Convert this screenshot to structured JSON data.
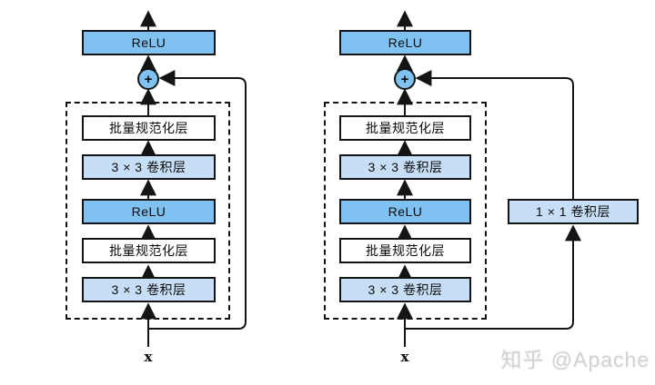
{
  "diagram": {
    "title": "residual-block-comparison",
    "colors": {
      "medium_blue": "#7fc2f2",
      "light_blue": "#c7dff6",
      "box_white": "#ffffff",
      "line": "#141414",
      "watermark_gray": "#d2d2d2"
    },
    "left_block": {
      "output_activation": "ReLU",
      "add_symbol": "+",
      "layers": [
        "批量规范化层",
        "3 × 3 卷积层",
        "ReLU",
        "批量规范化层",
        "3 × 3 卷积层"
      ],
      "input_label": "x"
    },
    "right_block": {
      "output_activation": "ReLU",
      "add_symbol": "+",
      "layers": [
        "批量规范化层",
        "3 × 3 卷积层",
        "ReLU",
        "批量规范化层",
        "3 × 3 卷积层"
      ],
      "skip_layer": "1 × 1 卷积层",
      "input_label": "x"
    },
    "watermark": "知乎 @Apache"
  }
}
